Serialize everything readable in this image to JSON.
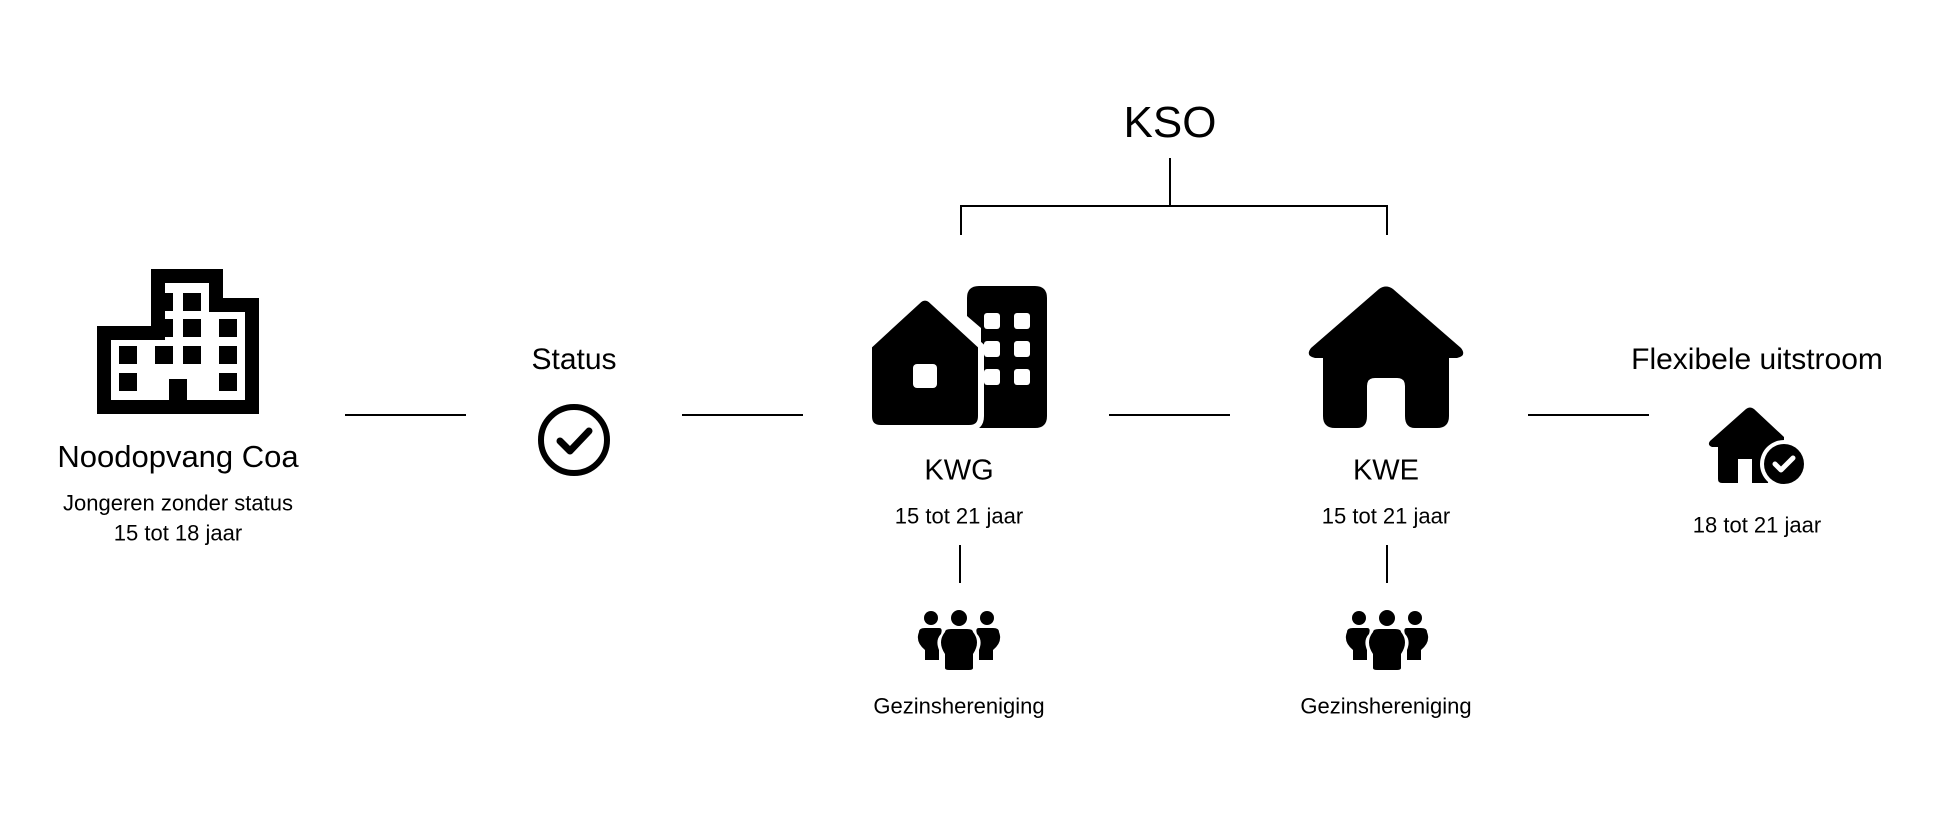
{
  "top": {
    "title": "KSO"
  },
  "nodes": {
    "noodopvang": {
      "title": "Noodopvang Coa",
      "line1": "Jongeren zonder status",
      "line2": "15 tot 18 jaar",
      "icon": "office-building-icon"
    },
    "status": {
      "title": "Status",
      "icon": "check-circle-icon"
    },
    "kwg": {
      "title": "KWG",
      "age": "15 tot 21 jaar",
      "icon": "house-and-building-icon",
      "family_label": "Gezinshereniging"
    },
    "kwe": {
      "title": "KWE",
      "age": "15 tot 21 jaar",
      "icon": "house-icon",
      "family_label": "Gezinshereniging"
    },
    "uitstroom": {
      "title": "Flexibele uitstroom",
      "age": "18 tot 21 jaar",
      "icon": "house-check-icon"
    }
  }
}
